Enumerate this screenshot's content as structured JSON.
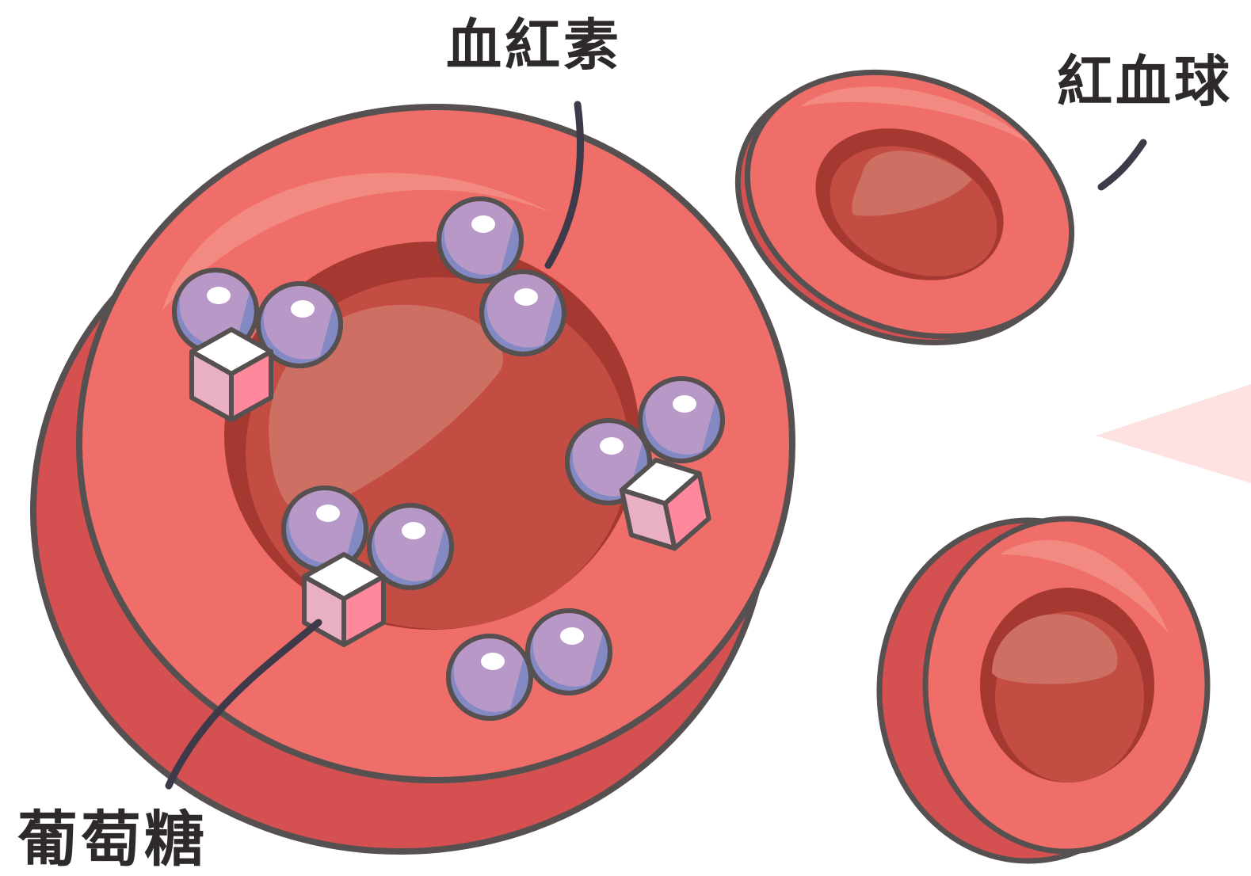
{
  "labels": {
    "hemoglobin": "血紅素",
    "red_blood_cell": "紅血球",
    "glucose": "葡萄糖"
  },
  "colors": {
    "outline": "#565050",
    "rim": "#ef6e69",
    "rim_side": "#d55050",
    "dimple": "#c44d43",
    "dimple_dark": "#a63832",
    "highlight": "#cd7063",
    "shine": "#f28a82",
    "sphere_violet": "#b798c6",
    "sphere_blue": "#8389c2",
    "cube_top": "#ffffff",
    "cube_left": "#e8b0c2",
    "cube_right": "#ff889d",
    "pointer": "#3f3a4a",
    "beam": "#fde2e1"
  },
  "icons": [
    "hemoglobin-sphere-pair-icon",
    "glucose-cube-icon",
    "red-blood-cell-icon"
  ]
}
